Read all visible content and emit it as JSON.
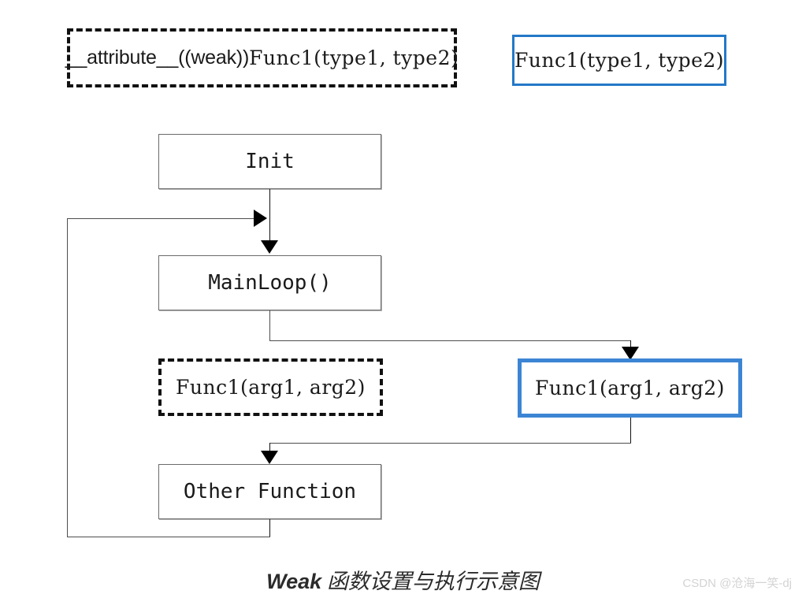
{
  "diagram": {
    "title_caption": {
      "latin": "Weak",
      "cjk": " 函数设置与执行示意图"
    },
    "watermark": "CSDN @沧海一笑-dj",
    "colors": {
      "blue_accent": "#2478c8",
      "blue_accent_thick": "#3c85d4",
      "box_border_gray": "#6b6b6b",
      "line_gray": "#4d4d4d",
      "arrow_black": "#000000",
      "watermark_gray": "#d3d3d3",
      "background": "#ffffff"
    },
    "nodes": {
      "weak_declaration": {
        "attribute_text": "__attribute__((weak))",
        "signature_text": "Func1(type1, type2)",
        "style": "dashed"
      },
      "strong_declaration": {
        "label": "Func1(type1, type2)",
        "style": "blue-outline"
      },
      "init": {
        "label": "Init",
        "style": "solid"
      },
      "main_loop": {
        "label": "MainLoop()",
        "style": "solid"
      },
      "weak_call": {
        "label": "Func1(arg1, arg2)",
        "style": "dashed"
      },
      "strong_call": {
        "label": "Func1(arg1, arg2)",
        "style": "blue-outline-thick"
      },
      "other_function": {
        "label": "Other Function",
        "style": "solid"
      }
    },
    "connectors": [
      {
        "name": "init-to-mainloop",
        "from": "init",
        "to": "main_loop",
        "arrowhead": "down"
      },
      {
        "name": "mainloop-to-strong-call",
        "from": "main_loop",
        "to": "strong_call",
        "arrowhead": "down"
      },
      {
        "name": "strong-call-to-other-function",
        "from": "strong_call",
        "to": "other_function",
        "arrowhead": "down"
      },
      {
        "name": "other-function-loop-back",
        "from": "other_function",
        "to": "main_loop",
        "arrowhead": "right"
      }
    ]
  }
}
